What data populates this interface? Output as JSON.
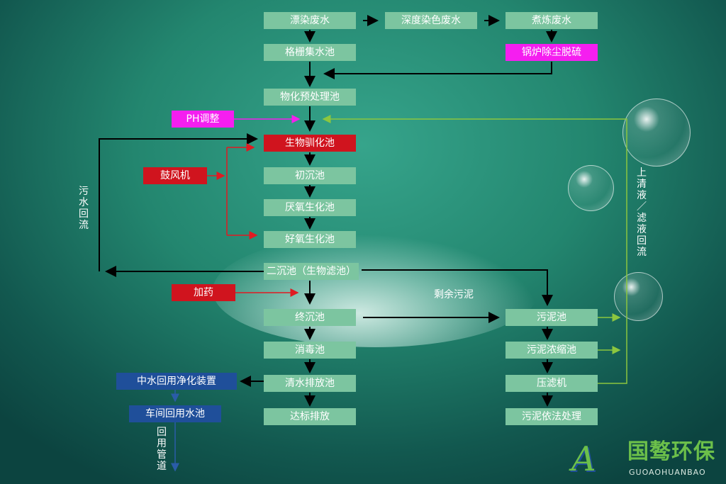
{
  "boxes": {
    "b1": "漂染废水",
    "b2": "深度染色废水",
    "b3": "煮炼废水",
    "b4": "格栅集水池",
    "b5": "锅炉除尘脱硫",
    "b6": "物化预处理池",
    "b7": "PH调整",
    "b8": "生物驯化池",
    "b9": "鼓风机",
    "b10": "初沉池",
    "b11": "厌氧生化池",
    "b12": "好氧生化池",
    "b13": "二沉池（生物滤池）",
    "b14": "加药",
    "b15": "终沉池",
    "b16": "消毒池",
    "b17": "清水排放池",
    "b18": "达标排放",
    "b19": "污泥池",
    "b20": "污泥浓缩池",
    "b21": "压滤机",
    "b22": "污泥依法处理",
    "b23": "中水回用净化装置",
    "b24": "车间回用水池"
  },
  "labels": {
    "sewage_return": "污水回流",
    "surplus_sludge": "剩余污泥",
    "supernatant_return": "上清液／滤液回流",
    "reuse_pipe": "回用管道"
  },
  "logo": {
    "cn": "国骜环保",
    "en": "GUOAOHUANBAO",
    "mark": "A"
  },
  "colors": {
    "process": "#7cc5a0",
    "input": "#d0141e",
    "chemical": "#f51ef0",
    "reuse": "#1f4f9a",
    "return_line": "#8cc63f"
  }
}
